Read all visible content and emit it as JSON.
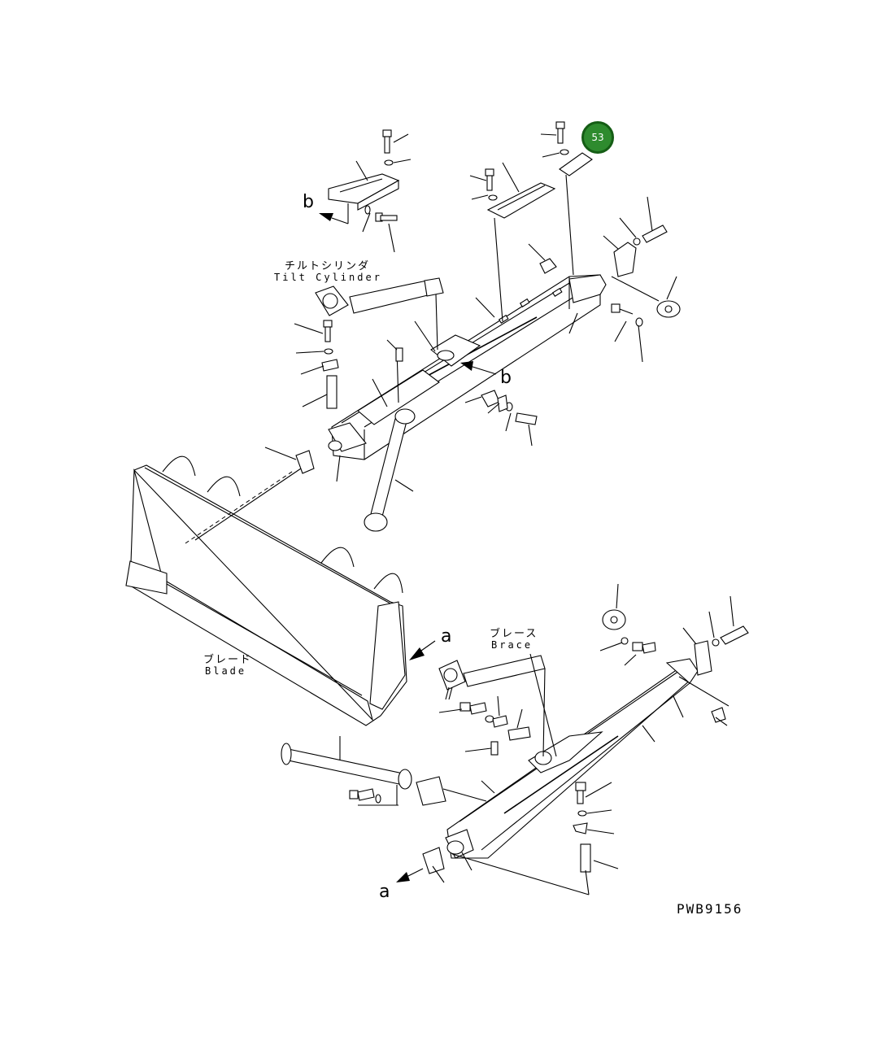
{
  "labels": {
    "tilt_cylinder_jp": "チルトシリンダ",
    "tilt_cylinder_en": "Tilt Cylinder",
    "brace_jp": "ブレース",
    "brace_en": "Brace",
    "blade_jp": "ブレード",
    "blade_en": "Blade",
    "view_b_top": "b",
    "view_b_mid": "b",
    "view_a_right": "a",
    "view_a_bottom": "a",
    "drawing_code": "PWB9156"
  },
  "callout": {
    "number": "53",
    "color": "#2e8b2e"
  }
}
